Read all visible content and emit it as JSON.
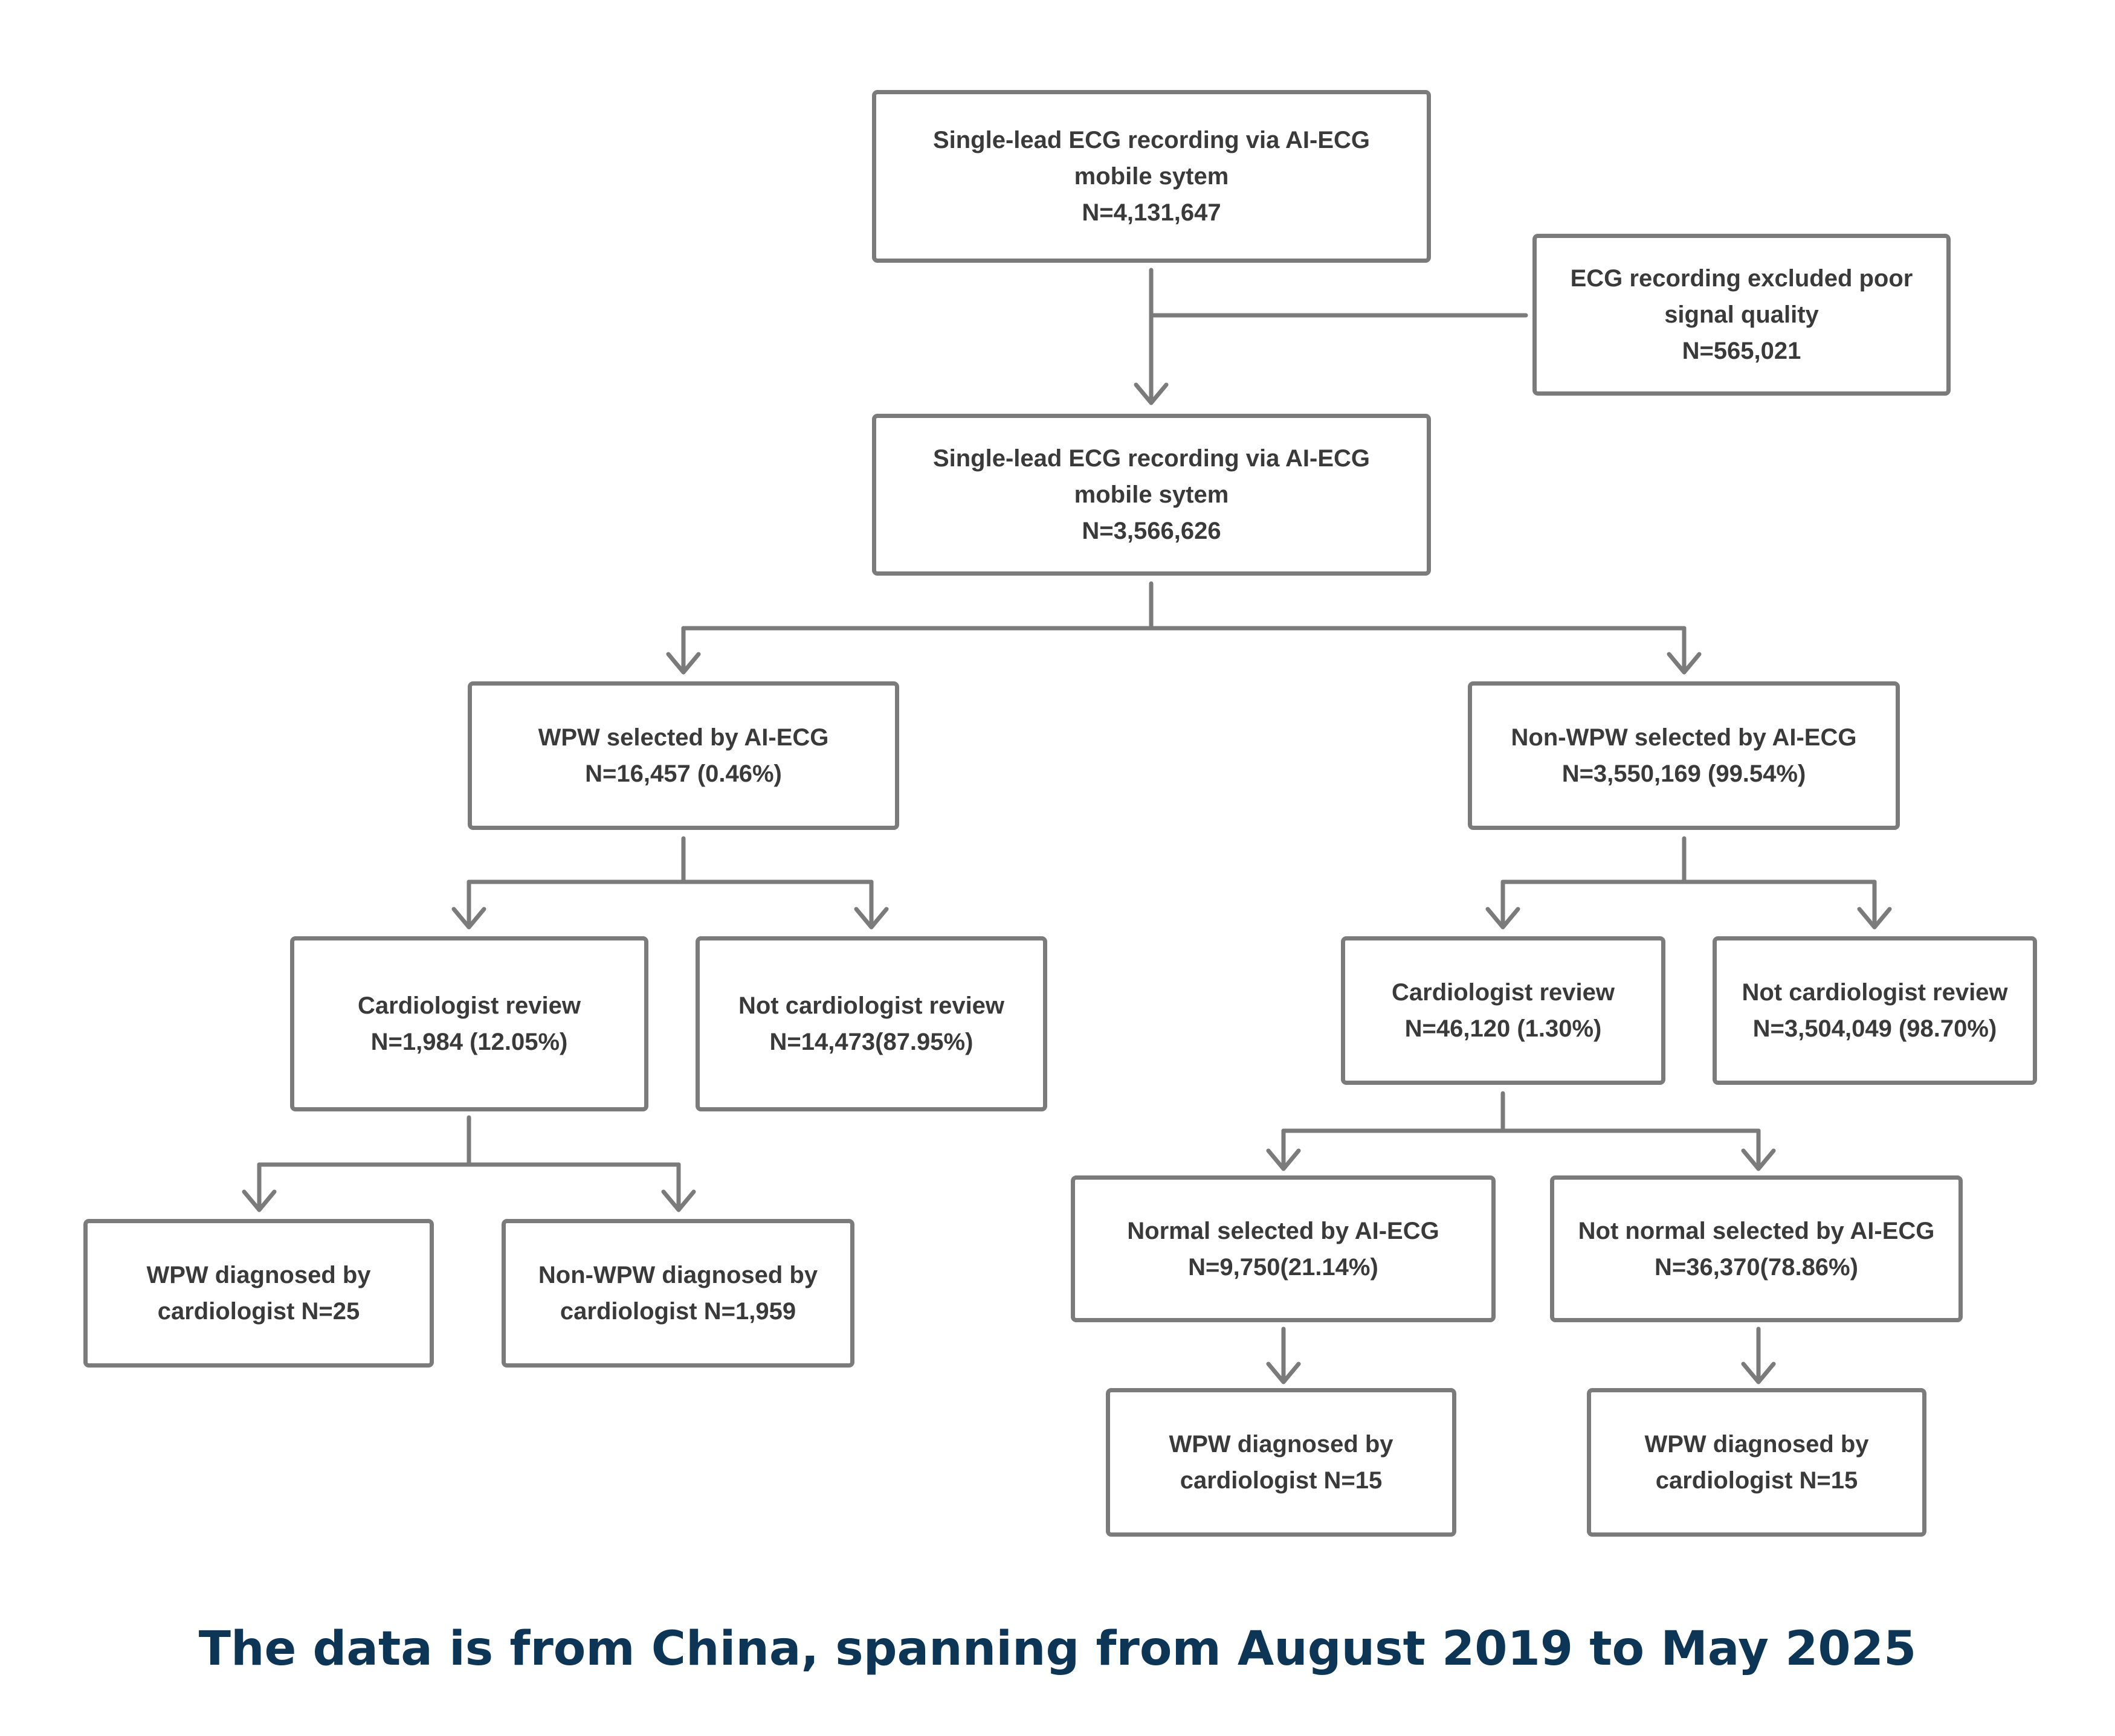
{
  "boxes": {
    "initial": "Single-lead ECG recording via AI-ECG\nmobile sytem\nN=4,131,647",
    "excluded": "ECG recording excluded poor\nsignal quality\nN=565,021",
    "remaining": "Single-lead ECG recording via AI-ECG\nmobile sytem\nN=3,566,626",
    "wpw_selected": "WPW selected by AI-ECG\nN=16,457 (0.46%)",
    "non_wpw_selected": "Non-WPW selected by AI-ECG\nN=3,550,169 (99.54%)",
    "wpw_cardiologist_review": "Cardiologist review\nN=1,984 (12.05%)",
    "wpw_not_cardiologist_review": "Not cardiologist review\nN=14,473(87.95%)",
    "non_wpw_cardiologist_review": "Cardiologist review\nN=46,120 (1.30%)",
    "non_wpw_not_cardiologist_review": "Not cardiologist review\nN=3,504,049 (98.70%)",
    "wpw_diagnosed_left": "WPW diagnosed by\ncardiologist N=25",
    "non_wpw_diagnosed": "Non-WPW diagnosed by\ncardiologist N=1,959",
    "normal_selected": "Normal selected by AI-ECG\nN=9,750(21.14%)",
    "not_normal_selected": "Not normal selected by AI-ECG\nN=36,370(78.86%)",
    "wpw_diagnosed_normal": "WPW diagnosed by\ncardiologist N=15",
    "wpw_diagnosed_not_normal": "WPW diagnosed by\ncardiologist N=15"
  },
  "footer": "The data is from China, spanning from August 2019 to May 2025",
  "colors": {
    "border": "#7b7b7b",
    "text": "#3a3a3a",
    "footer": "#0d3556"
  }
}
